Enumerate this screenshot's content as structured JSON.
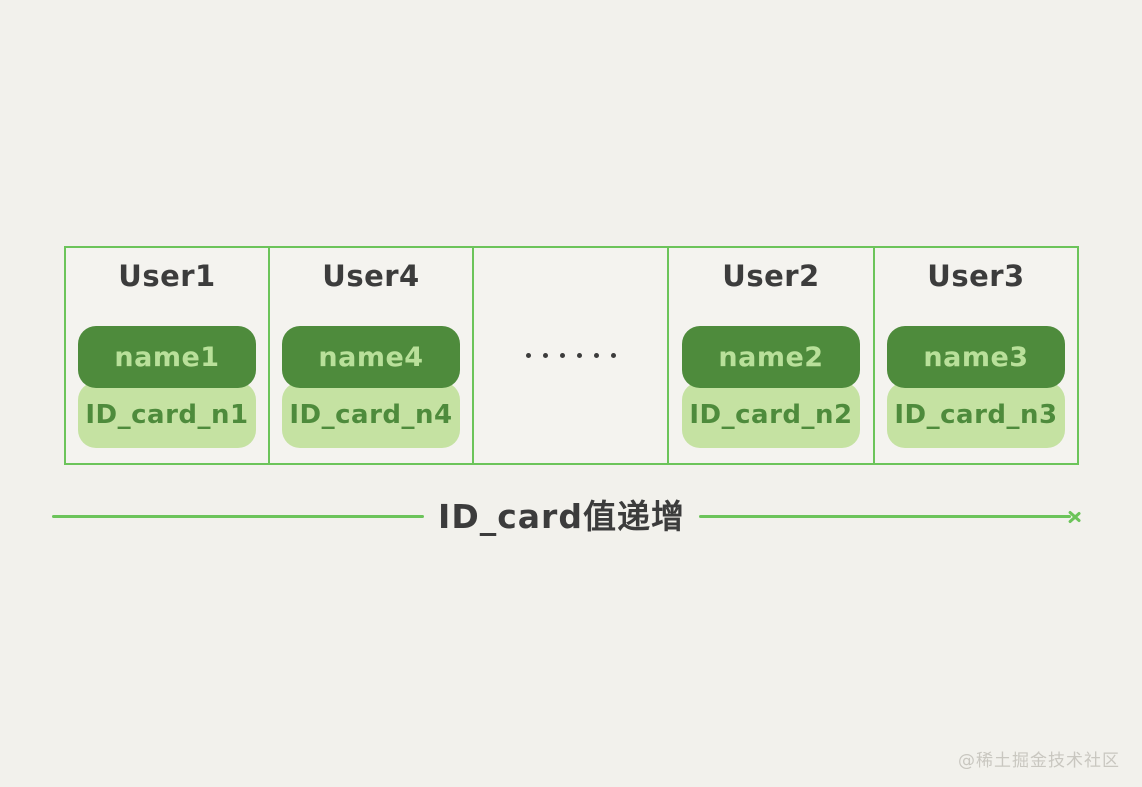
{
  "page": {
    "background_color": "#f2f1ec",
    "watermark": "@稀土掘金技术社区"
  },
  "colors": {
    "border_green": "#6cc45a",
    "pill_dark_green": "#4e8b3c",
    "pill_light_green": "#c5e2a2",
    "text_dark": "#3c3c3c",
    "pill_dark_text": "#b9e09a",
    "cell_background": "#f4f3ef"
  },
  "diagram": {
    "type": "index-leaf-node-sequence",
    "cells": [
      {
        "kind": "user",
        "title": "User1",
        "name_pill": "name1",
        "id_pill": "ID_card_n1"
      },
      {
        "kind": "user",
        "title": "User4",
        "name_pill": "name4",
        "id_pill": "ID_card_n4"
      },
      {
        "kind": "ellipsis",
        "dots": 6
      },
      {
        "kind": "user",
        "title": "User2",
        "name_pill": "name2",
        "id_pill": "ID_card_n2"
      },
      {
        "kind": "user",
        "title": "User3",
        "name_pill": "name3",
        "id_pill": "ID_card_n3"
      }
    ],
    "axis": {
      "label": "ID_card值递增",
      "direction": "right"
    }
  }
}
